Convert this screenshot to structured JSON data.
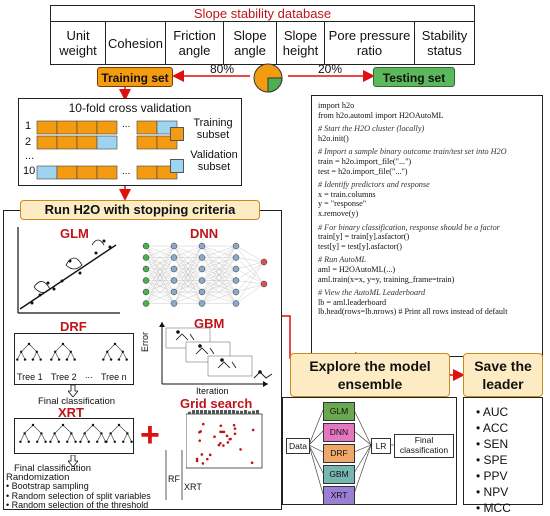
{
  "database": {
    "title": "Slope stability database",
    "columns": [
      "Unit weight",
      "Cohesion",
      "Friction angle",
      "Slope angle",
      "Slope height",
      "Pore pressure ratio",
      "Stability status"
    ]
  },
  "split": {
    "training_label": "Training set",
    "testing_label": "Testing set",
    "training_pct": "80%",
    "testing_pct": "20%"
  },
  "cv": {
    "title": "10-fold cross validation",
    "rows": [
      "1",
      "2",
      "...",
      "10"
    ],
    "ellipsis": "...",
    "training_legend": "Training subset",
    "validation_legend": "Validation subset"
  },
  "h2o": {
    "title": "Run H2O with stopping criteria",
    "glm": "GLM",
    "dnn": "DNN",
    "drf": "DRF",
    "gbm": "GBM",
    "xrt": "XRT",
    "grid_search": "Grid search",
    "trees": [
      "Tree 1",
      "Tree 2",
      "Tree n"
    ],
    "tree_ellipsis": "...",
    "final_classification": "Final classification",
    "error_label": "Error",
    "iteration_label": "Iteration",
    "plus": "+",
    "rf_label": "RF",
    "xrt_axis_label": "XRT",
    "randomization": {
      "title": "Randomization",
      "items": [
        "Bootstrap sampling",
        "Random selection of split variables",
        "Random selection of the threshold"
      ]
    }
  },
  "code": {
    "lines": [
      {
        "t": "import h2o",
        "c": false
      },
      {
        "t": "from h2o.automl import H2OAutoML",
        "c": false
      },
      {
        "t": "",
        "c": false
      },
      {
        "t": "# Start the H2O cluster (locally)",
        "c": true
      },
      {
        "t": "h2o.init()",
        "c": false
      },
      {
        "t": "",
        "c": false
      },
      {
        "t": "# Import a sample binary outcome train/test set into H2O",
        "c": true
      },
      {
        "t": "train = h2o.import_file(\"...\")",
        "c": false
      },
      {
        "t": "test = h2o.import_file(\"...\")",
        "c": false
      },
      {
        "t": "",
        "c": false
      },
      {
        "t": "# Identify predictors and response",
        "c": true
      },
      {
        "t": "x = train.columns",
        "c": false
      },
      {
        "t": "y = \"response\"",
        "c": false
      },
      {
        "t": "x.remove(y)",
        "c": false
      },
      {
        "t": "",
        "c": false
      },
      {
        "t": "# For binary classification, response should be a factor",
        "c": true
      },
      {
        "t": "train[y] = train[y].asfactor()",
        "c": false
      },
      {
        "t": "test[y] = test[y].asfactor()",
        "c": false
      },
      {
        "t": "",
        "c": false
      },
      {
        "t": "# Run AutoML",
        "c": true
      },
      {
        "t": "aml = H2OAutoML(...)",
        "c": false
      },
      {
        "t": "aml.train(x=x, y=y, training_frame=train)",
        "c": false
      },
      {
        "t": "",
        "c": false
      },
      {
        "t": "# View the AutoML Leaderboard",
        "c": true
      },
      {
        "t": "lb = aml.leaderboard",
        "c": false
      },
      {
        "t": "lb.head(rows=lb.nrows)  # Print all rows instead of default",
        "c": false
      }
    ]
  },
  "ensemble": {
    "title": "Explore the model ensemble",
    "data_label": "Data",
    "models": [
      "GLM",
      "DNN",
      "DRF",
      "GBM",
      "XRT"
    ],
    "lr_label": "LR",
    "final_label": "Final classification",
    "colors": {
      "GLM": "#6aa84f",
      "DNN": "#e377c2",
      "DRF": "#f0a868",
      "GBM": "#76b7b2",
      "XRT": "#9b7fd4"
    }
  },
  "leader": {
    "title": "Save the leader model",
    "metrics": [
      "AUC",
      "ACC",
      "SEN",
      "SPE",
      "PPV",
      "NPV",
      "MCC"
    ]
  }
}
